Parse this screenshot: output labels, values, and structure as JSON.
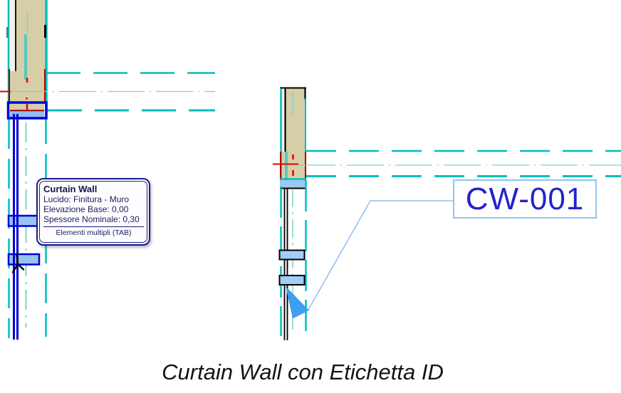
{
  "tooltip": {
    "title": "Curtain Wall",
    "lines": [
      "Lucido: Finitura - Muro",
      "Elevazione Base: 0,00",
      "Spessore Nominale: 0,30"
    ],
    "footer": "Elementi multipli (TAB)"
  },
  "label": {
    "text": "CW-001"
  },
  "caption": {
    "text": "Curtain Wall con Etichetta ID"
  },
  "colors": {
    "grid_cyan": "#00BEBE",
    "grid_teal_light": "#7FD2C8",
    "centerline_teal": "#5AC8C4",
    "wall_fill_tan": "#D6CEA6",
    "wall_plaster": "#F3F0E8",
    "selection_blue": "#0000D6",
    "selection_fill": "#90BDF2",
    "transom_fill": "#A2CDF5",
    "highlight_red": "#E60000",
    "section_dark_red": "#A40000",
    "label_border": "#90C4EF",
    "label_text": "#2423CB",
    "leader_blue": "#90BFEF",
    "arrow_blue": "#3F9FEF",
    "tooltip_border": "#1C1C7E",
    "tooltip_text": "#1C1C5E"
  }
}
